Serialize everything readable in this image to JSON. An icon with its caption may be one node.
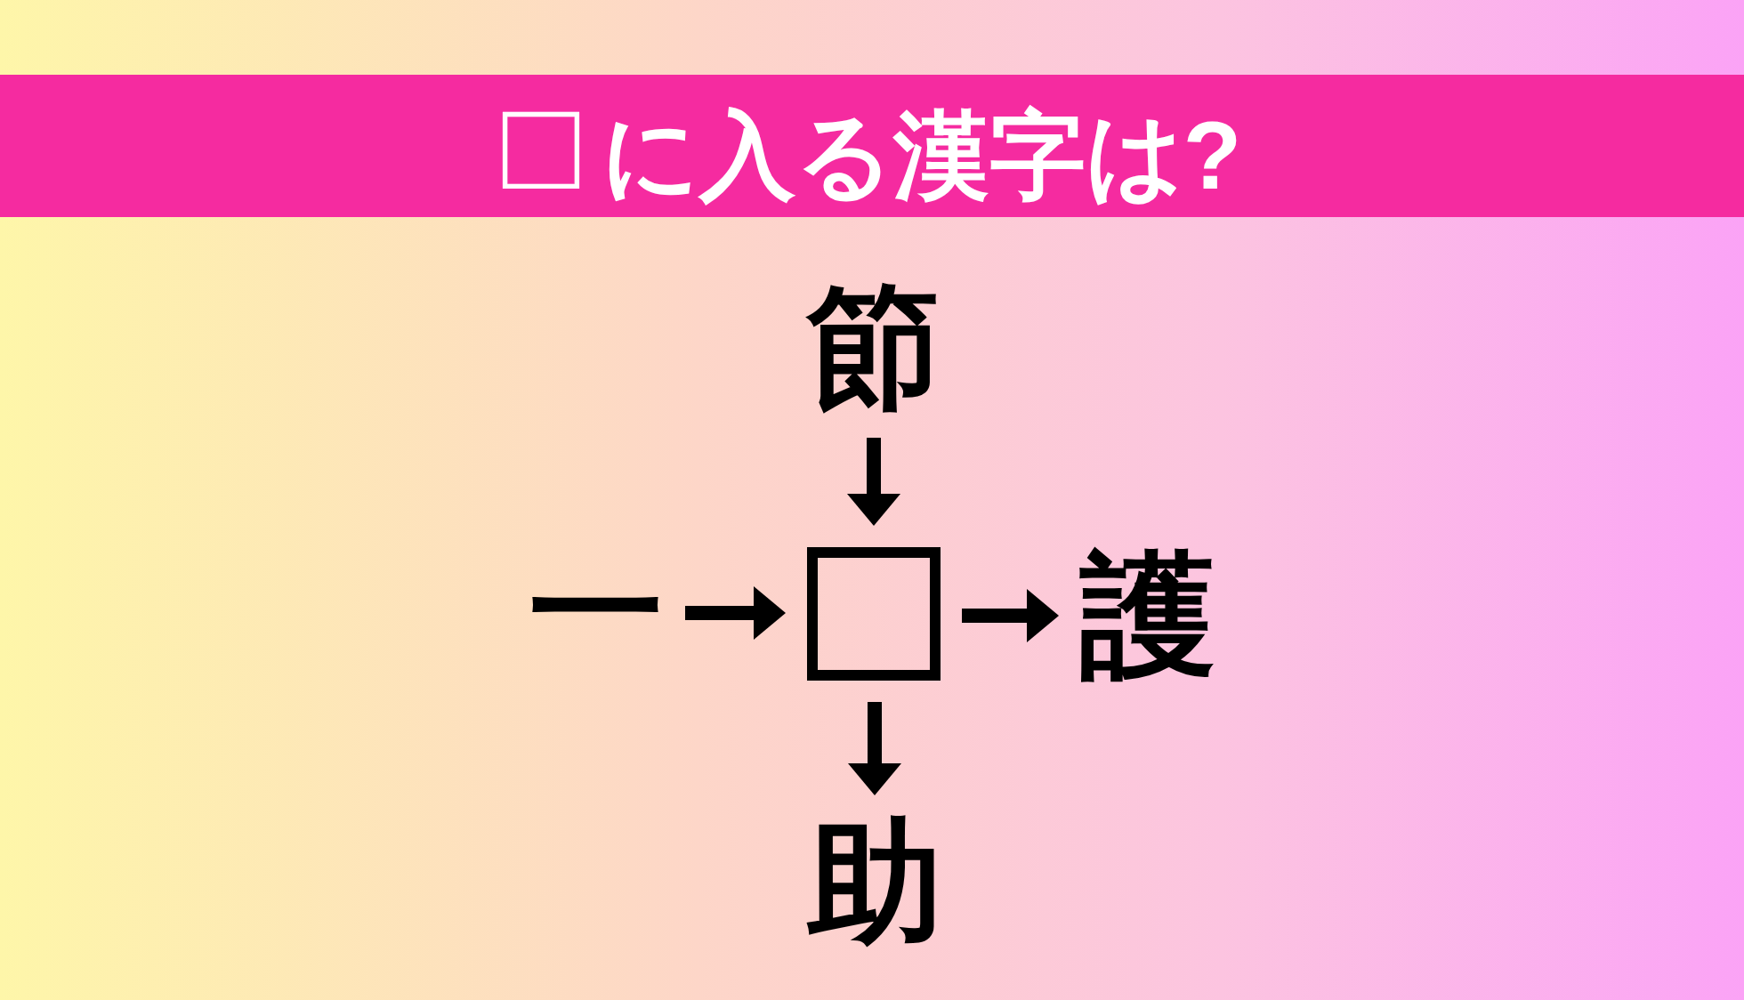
{
  "diagram": {
    "title": "□に入る漢字は?",
    "nodes": [
      {
        "text": [
          "節"
        ]
      },
      {
        "text": [
          "一"
        ]
      },
      {
        "text": [],
        "shape": "box"
      },
      {
        "text": [
          "護"
        ]
      },
      {
        "text": [
          "助"
        ]
      }
    ],
    "edges": [
      {
        "from": 0,
        "to": 2,
        "arrow": "to"
      },
      {
        "from": 1,
        "to": 2,
        "arrow": "to"
      },
      {
        "from": 2,
        "to": 3,
        "arrow": "to"
      },
      {
        "from": 2,
        "to": 4,
        "arrow": "to"
      }
    ]
  }
}
